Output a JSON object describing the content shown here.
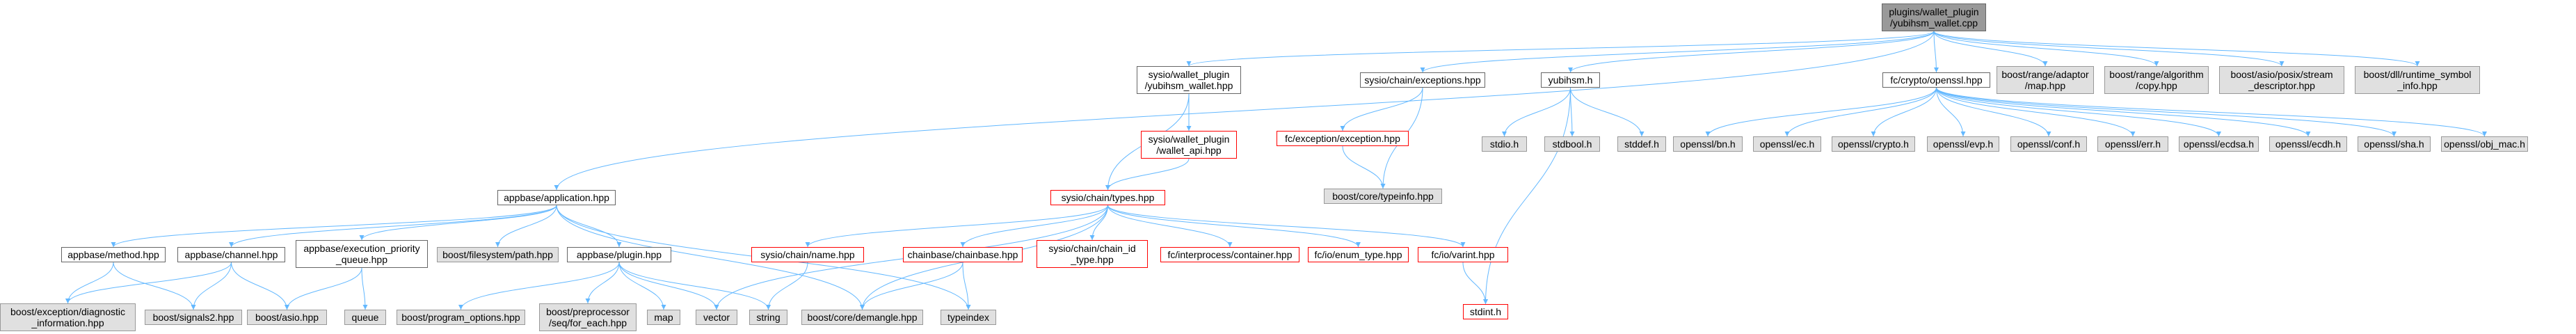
{
  "graph": {
    "root": "yubihsm_wallet_cpp",
    "nodes": [
      {
        "id": "yubihsm_wallet_cpp",
        "label": "plugins/wallet_plugin\n/yubihsm_wallet.cpp",
        "kind": "root"
      },
      {
        "id": "appbase_application",
        "label": "appbase/application.hpp",
        "kind": "plain"
      },
      {
        "id": "yubihsm_wallet_hpp",
        "label": "sysio/wallet_plugin\n/yubihsm_wallet.hpp",
        "kind": "plain"
      },
      {
        "id": "chain_exceptions",
        "label": "sysio/chain/exceptions.hpp",
        "kind": "plain"
      },
      {
        "id": "yubihsm_h",
        "label": "yubihsm.h",
        "kind": "plain"
      },
      {
        "id": "fc_openssl",
        "label": "fc/crypto/openssl.hpp",
        "kind": "plain"
      },
      {
        "id": "range_adaptor_map",
        "label": "boost/range/adaptor\n/map.hpp",
        "kind": "system"
      },
      {
        "id": "range_algorithm_copy",
        "label": "boost/range/algorithm\n/copy.hpp",
        "kind": "system"
      },
      {
        "id": "asio_stream_descriptor",
        "label": "boost/asio/posix/stream\n_descriptor.hpp",
        "kind": "system"
      },
      {
        "id": "dll_runtime_symbol",
        "label": "boost/dll/runtime_symbol\n_info.hpp",
        "kind": "system"
      },
      {
        "id": "wallet_api",
        "label": "sysio/wallet_plugin\n/wallet_api.hpp",
        "kind": "missing"
      },
      {
        "id": "fc_exception",
        "label": "fc/exception/exception.hpp",
        "kind": "missing"
      },
      {
        "id": "core_typeinfo",
        "label": "boost/core/typeinfo.hpp",
        "kind": "system"
      },
      {
        "id": "stdio_h",
        "label": "stdio.h",
        "kind": "system"
      },
      {
        "id": "stdbool_h",
        "label": "stdbool.h",
        "kind": "system"
      },
      {
        "id": "stddef_h",
        "label": "stddef.h",
        "kind": "system"
      },
      {
        "id": "openssl_bn",
        "label": "openssl/bn.h",
        "kind": "system"
      },
      {
        "id": "openssl_ec",
        "label": "openssl/ec.h",
        "kind": "system"
      },
      {
        "id": "openssl_crypto",
        "label": "openssl/crypto.h",
        "kind": "system"
      },
      {
        "id": "openssl_evp",
        "label": "openssl/evp.h",
        "kind": "system"
      },
      {
        "id": "openssl_conf",
        "label": "openssl/conf.h",
        "kind": "system"
      },
      {
        "id": "openssl_err",
        "label": "openssl/err.h",
        "kind": "system"
      },
      {
        "id": "openssl_ecdsa",
        "label": "openssl/ecdsa.h",
        "kind": "system"
      },
      {
        "id": "openssl_ecdh",
        "label": "openssl/ecdh.h",
        "kind": "system"
      },
      {
        "id": "openssl_sha",
        "label": "openssl/sha.h",
        "kind": "system"
      },
      {
        "id": "openssl_obj_mac",
        "label": "openssl/obj_mac.h",
        "kind": "system"
      },
      {
        "id": "chain_types",
        "label": "sysio/chain/types.hpp",
        "kind": "missing"
      },
      {
        "id": "appbase_method",
        "label": "appbase/method.hpp",
        "kind": "plain"
      },
      {
        "id": "appbase_channel",
        "label": "appbase/channel.hpp",
        "kind": "plain"
      },
      {
        "id": "appbase_exec_queue",
        "label": "appbase/execution_priority\n_queue.hpp",
        "kind": "plain"
      },
      {
        "id": "filesystem_path",
        "label": "boost/filesystem/path.hpp",
        "kind": "system"
      },
      {
        "id": "appbase_plugin",
        "label": "appbase/plugin.hpp",
        "kind": "plain"
      },
      {
        "id": "chain_name",
        "label": "sysio/chain/name.hpp",
        "kind": "missing"
      },
      {
        "id": "chainbase",
        "label": "chainbase/chainbase.hpp",
        "kind": "missing"
      },
      {
        "id": "chain_id_type",
        "label": "sysio/chain/chain_id\n_type.hpp",
        "kind": "missing"
      },
      {
        "id": "fc_container",
        "label": "fc/interprocess/container.hpp",
        "kind": "missing"
      },
      {
        "id": "fc_enum_type",
        "label": "fc/io/enum_type.hpp",
        "kind": "missing"
      },
      {
        "id": "fc_varint",
        "label": "fc/io/varint.hpp",
        "kind": "missing"
      },
      {
        "id": "diag_info",
        "label": "boost/exception/diagnostic\n_information.hpp",
        "kind": "system"
      },
      {
        "id": "signals2",
        "label": "boost/signals2.hpp",
        "kind": "system"
      },
      {
        "id": "boost_asio",
        "label": "boost/asio.hpp",
        "kind": "system"
      },
      {
        "id": "queue",
        "label": "queue",
        "kind": "system"
      },
      {
        "id": "program_options",
        "label": "boost/program_options.hpp",
        "kind": "system"
      },
      {
        "id": "seq_for_each",
        "label": "boost/preprocessor\n/seq/for_each.hpp",
        "kind": "system"
      },
      {
        "id": "map",
        "label": "map",
        "kind": "system"
      },
      {
        "id": "vector",
        "label": "vector",
        "kind": "system"
      },
      {
        "id": "string",
        "label": "string",
        "kind": "system"
      },
      {
        "id": "core_demangle",
        "label": "boost/core/demangle.hpp",
        "kind": "system"
      },
      {
        "id": "typeindex",
        "label": "typeindex",
        "kind": "system"
      },
      {
        "id": "stdint_h",
        "label": "stdint.h",
        "kind": "missing"
      }
    ],
    "edges": [
      [
        "yubihsm_wallet_cpp",
        "appbase_application"
      ],
      [
        "yubihsm_wallet_cpp",
        "yubihsm_wallet_hpp"
      ],
      [
        "yubihsm_wallet_cpp",
        "chain_exceptions"
      ],
      [
        "yubihsm_wallet_cpp",
        "yubihsm_h"
      ],
      [
        "yubihsm_wallet_cpp",
        "fc_openssl"
      ],
      [
        "yubihsm_wallet_cpp",
        "range_adaptor_map"
      ],
      [
        "yubihsm_wallet_cpp",
        "range_algorithm_copy"
      ],
      [
        "yubihsm_wallet_cpp",
        "asio_stream_descriptor"
      ],
      [
        "yubihsm_wallet_cpp",
        "dll_runtime_symbol"
      ],
      [
        "yubihsm_wallet_hpp",
        "wallet_api"
      ],
      [
        "yubihsm_wallet_hpp",
        "chain_types"
      ],
      [
        "wallet_api",
        "chain_types"
      ],
      [
        "chain_exceptions",
        "fc_exception"
      ],
      [
        "chain_exceptions",
        "core_typeinfo"
      ],
      [
        "fc_exception",
        "core_typeinfo"
      ],
      [
        "yubihsm_h",
        "stdio_h"
      ],
      [
        "yubihsm_h",
        "stdbool_h"
      ],
      [
        "yubihsm_h",
        "stddef_h"
      ],
      [
        "yubihsm_h",
        "stdint_h"
      ],
      [
        "fc_openssl",
        "openssl_bn"
      ],
      [
        "fc_openssl",
        "openssl_ec"
      ],
      [
        "fc_openssl",
        "openssl_crypto"
      ],
      [
        "fc_openssl",
        "openssl_evp"
      ],
      [
        "fc_openssl",
        "openssl_conf"
      ],
      [
        "fc_openssl",
        "openssl_err"
      ],
      [
        "fc_openssl",
        "openssl_ecdsa"
      ],
      [
        "fc_openssl",
        "openssl_ecdh"
      ],
      [
        "fc_openssl",
        "openssl_sha"
      ],
      [
        "fc_openssl",
        "openssl_obj_mac"
      ],
      [
        "appbase_application",
        "appbase_method"
      ],
      [
        "appbase_application",
        "appbase_channel"
      ],
      [
        "appbase_application",
        "appbase_exec_queue"
      ],
      [
        "appbase_application",
        "filesystem_path"
      ],
      [
        "appbase_application",
        "appbase_plugin"
      ],
      [
        "appbase_application",
        "core_demangle"
      ],
      [
        "appbase_application",
        "typeindex"
      ],
      [
        "appbase_method",
        "diag_info"
      ],
      [
        "appbase_method",
        "signals2"
      ],
      [
        "appbase_channel",
        "diag_info"
      ],
      [
        "appbase_channel",
        "signals2"
      ],
      [
        "appbase_channel",
        "boost_asio"
      ],
      [
        "appbase_exec_queue",
        "boost_asio"
      ],
      [
        "appbase_exec_queue",
        "queue"
      ],
      [
        "appbase_plugin",
        "program_options"
      ],
      [
        "appbase_plugin",
        "seq_for_each"
      ],
      [
        "appbase_plugin",
        "map"
      ],
      [
        "appbase_plugin",
        "vector"
      ],
      [
        "appbase_plugin",
        "string"
      ],
      [
        "chain_types",
        "chain_name"
      ],
      [
        "chain_types",
        "chainbase"
      ],
      [
        "chain_types",
        "chain_id_type"
      ],
      [
        "chain_types",
        "fc_container"
      ],
      [
        "chain_types",
        "fc_enum_type"
      ],
      [
        "chain_types",
        "fc_varint"
      ],
      [
        "chain_types",
        "vector"
      ],
      [
        "chain_types",
        "core_demangle"
      ],
      [
        "chain_name",
        "string"
      ],
      [
        "chainbase",
        "core_demangle"
      ],
      [
        "chainbase",
        "typeindex"
      ],
      [
        "fc_varint",
        "stdint_h"
      ]
    ]
  }
}
